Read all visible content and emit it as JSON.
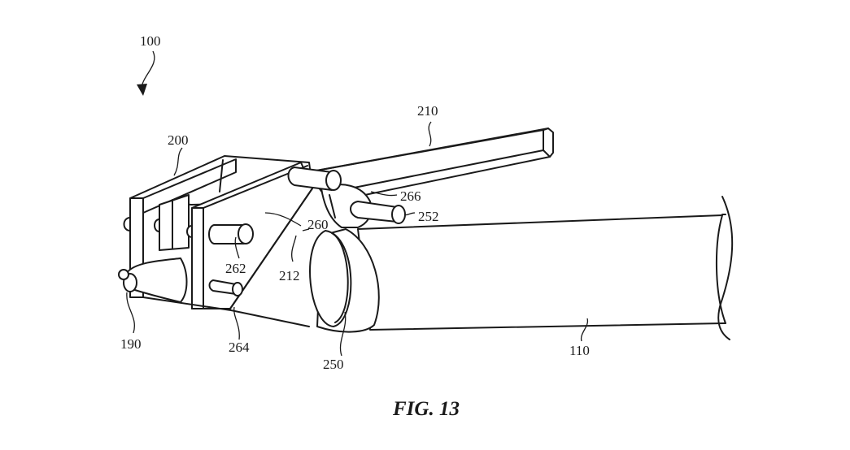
{
  "figure": {
    "caption": "FIG. 13",
    "labels": {
      "ref_100": "100",
      "ref_200": "200",
      "ref_210": "210",
      "ref_266": "266",
      "ref_252": "252",
      "ref_260": "260",
      "ref_262": "262",
      "ref_212": "212",
      "ref_264": "264",
      "ref_190": "190",
      "ref_250": "250",
      "ref_110": "110"
    }
  },
  "colors": {
    "ink": "#1a1a1a",
    "paper": "#ffffff"
  }
}
